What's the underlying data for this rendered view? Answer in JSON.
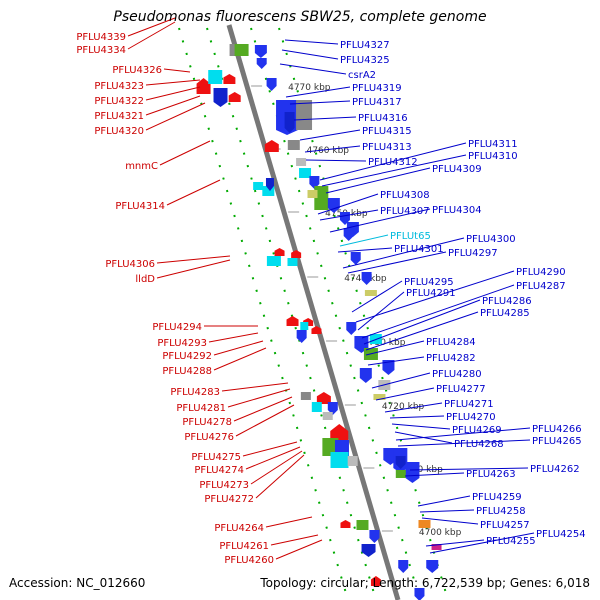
{
  "title": "Pseudomonas fluorescens SBW25, complete genome",
  "accession": "Accession: NC_012660",
  "topology": "Topology: circular; Length: 6,722,539 bp; Genes: 6,018",
  "colors": {
    "forward_label": "#cc0000",
    "reverse_label": "#0000cc",
    "rna_label": "#00bbdd",
    "axis": "#888888",
    "tick": "#00aa00"
  },
  "kbp_ticks": [
    "4770 kbp",
    "4760 kbp",
    "4750 kbp",
    "4740 kbp",
    "4730 kbp",
    "4720 kbp",
    "4710 kbp",
    "4700 kbp"
  ],
  "left_labels": [
    "PFLU4339",
    "PFLU4334",
    "PFLU4326",
    "PFLU4323",
    "PFLU4322",
    "PFLU4321",
    "PFLU4320",
    "mnmC",
    "PFLU4314",
    "PFLU4306",
    "lldD",
    "PFLU4294",
    "PFLU4293",
    "PFLU4292",
    "PFLU4288",
    "PFLU4283",
    "PFLU4281",
    "PFLU4278",
    "PFLU4276",
    "PFLU4275",
    "PFLU4274",
    "PFLU4273",
    "PFLU4272",
    "PFLU4264",
    "PFLU4261",
    "PFLU4260"
  ],
  "right_labels": [
    "PFLU4327",
    "PFLU4325",
    "csrA2",
    "PFLU4319",
    "PFLU4317",
    "PFLU4316",
    "PFLU4315",
    "PFLU4313",
    "PFLU4312",
    "PFLU4311",
    "PFLU4310",
    "PFLU4309",
    "PFLU4308",
    "PFLU4307",
    "PFLU4304",
    "PFLUt65",
    "PFLU4301",
    "PFLU4300",
    "PFLU4297",
    "PFLU4295",
    "PFLU4290",
    "PFLU4291",
    "PFLU4287",
    "PFLU4286",
    "PFLU4285",
    "PFLU4284",
    "PFLU4282",
    "PFLU4280",
    "PFLU4277",
    "PFLU4271",
    "PFLU4270",
    "PFLU4269",
    "PFLU4268",
    "PFLU4266",
    "PFLU4265",
    "PFLU4263",
    "PFLU4262",
    "PFLU4259",
    "PFLU4258",
    "PFLU4257",
    "PFLU4255",
    "PFLU4254"
  ]
}
